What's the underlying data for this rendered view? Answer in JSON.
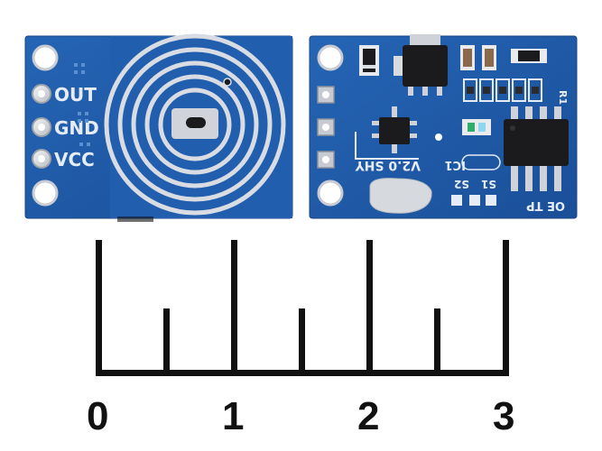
{
  "left_board": {
    "pads": [
      "OUT",
      "GND",
      "VCC"
    ]
  },
  "right_board": {
    "silkscreen": {
      "version": "V2.0 SHY",
      "ic1": "IC1",
      "s1": "S1",
      "s2": "S2",
      "oe_tp": "OE TP",
      "r1": "R1"
    }
  },
  "ruler": {
    "labels": [
      "0",
      "1",
      "2",
      "3"
    ]
  },
  "colors": {
    "pcb_blue": "#1f5aa8",
    "pcb_dark": "#1a4e95",
    "ring_silver": "#d9dde3",
    "chip_black": "#1b1b1e",
    "ruler_black": "#111111"
  }
}
